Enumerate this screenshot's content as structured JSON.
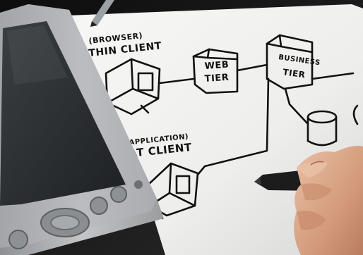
{
  "labels": {
    "browser_caption": "(BROWSER)",
    "thin_client": "THIN CLIENT",
    "web_tier_line1": "WEB",
    "web_tier_line2": "TIER",
    "business_tier_line1": "BUSINESS",
    "business_tier_line2": "TIER",
    "application_caption": "(APPLICATION)",
    "fat_client": "FAT CLIENT"
  },
  "icons": {
    "pda": "pda-device-icon",
    "marker": "marker-pen-icon",
    "hand": "hand-icon",
    "database": "database-icon"
  },
  "colors": {
    "paper": "#f4f4f2",
    "ink": "#111111",
    "pda_body": "#a9abad",
    "pda_screen": "#2a2e30",
    "skin": "#d9a88c"
  }
}
